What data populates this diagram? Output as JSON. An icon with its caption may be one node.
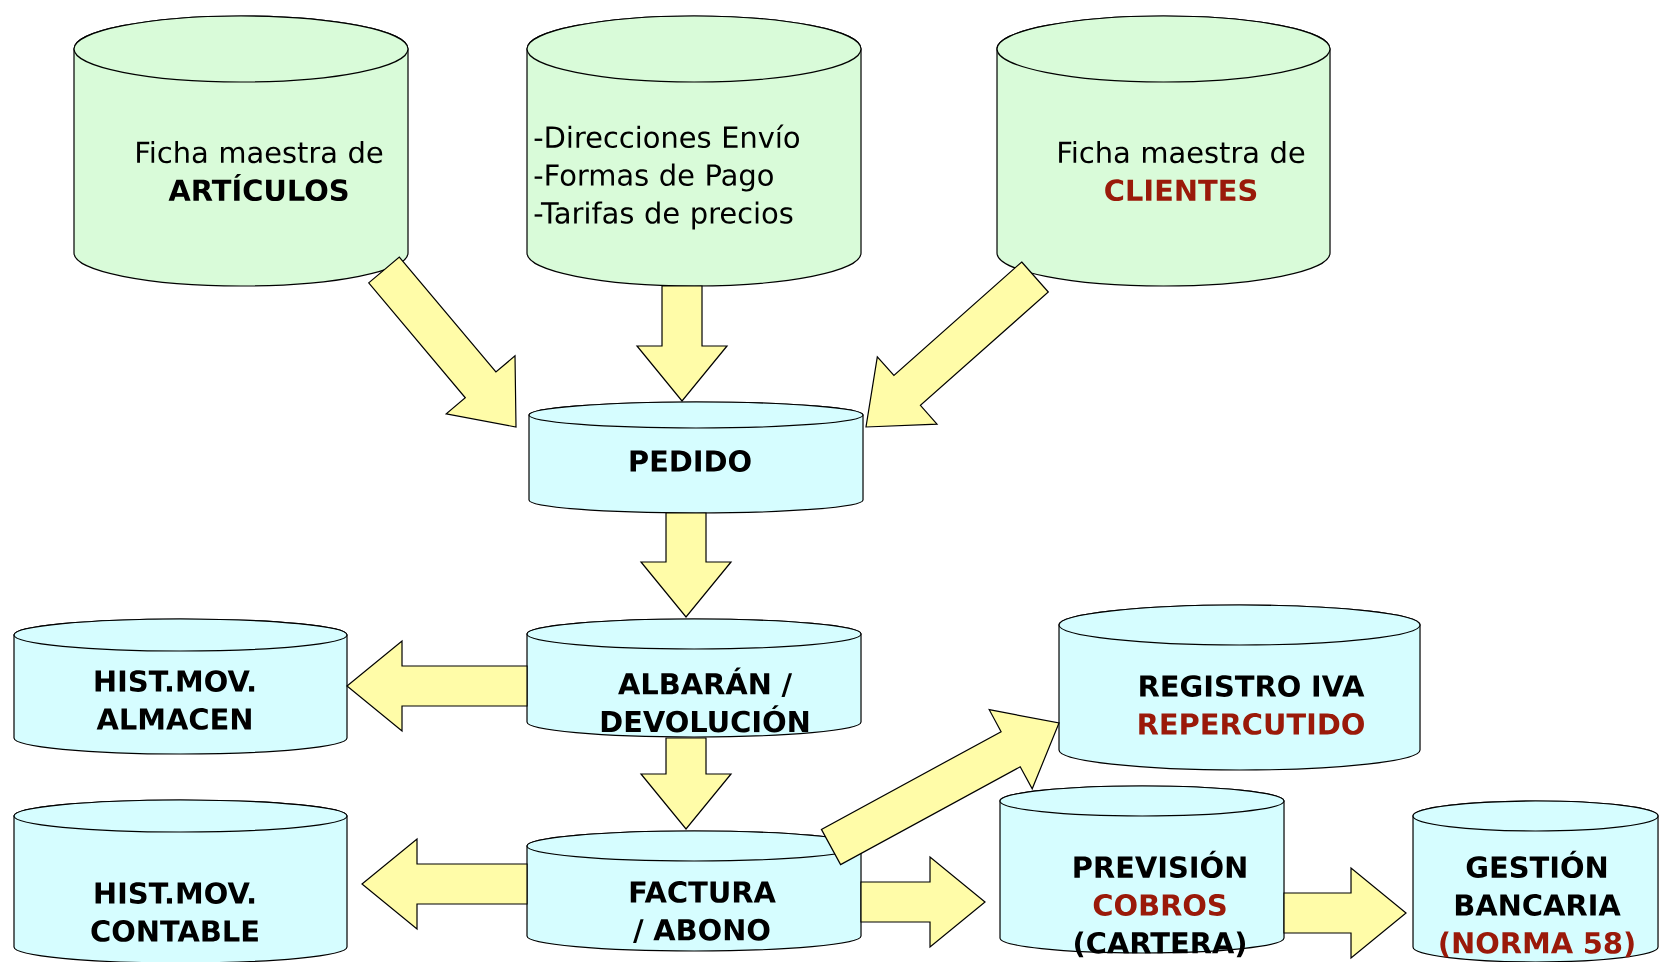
{
  "diagram": {
    "nodes": [
      {
        "text": [
          "Ficha maestra de",
          "ARTÍCULOS"
        ]
      },
      {
        "text": [
          "-Direcciones Envío",
          "-Formas de Pago",
          "-Tarifas de precios"
        ]
      },
      {
        "text": [
          "Ficha maestra de",
          "CLIENTES"
        ]
      },
      {
        "text": [
          "PEDIDO"
        ]
      },
      {
        "text": [
          "HIST.MOV. ALMACEN"
        ]
      },
      {
        "text": [
          "ALBARÁN / DEVOLUCIÓN"
        ]
      },
      {
        "text": [
          "REGISTRO IVA",
          "REPERCUTIDO"
        ]
      },
      {
        "text": [
          "HIST.MOV. CONTABLE"
        ]
      },
      {
        "text": [
          "FACTURA / ABONO"
        ]
      },
      {
        "text": [
          "PREVISIÓN",
          "COBROS",
          "(CARTERA)"
        ]
      },
      {
        "text": [
          "GESTIÓN BANCARIA",
          "(NORMA 58)"
        ]
      }
    ],
    "edges": [
      {
        "from": 0,
        "to": 3,
        "arrow": "to"
      },
      {
        "from": 1,
        "to": 3,
        "arrow": "to"
      },
      {
        "from": 2,
        "to": 3,
        "arrow": "to"
      },
      {
        "from": 3,
        "to": 5,
        "arrow": "to"
      },
      {
        "from": 5,
        "to": 4,
        "arrow": "to"
      },
      {
        "from": 5,
        "to": 8,
        "arrow": "to"
      },
      {
        "from": 8,
        "to": 7,
        "arrow": "to"
      },
      {
        "from": 8,
        "to": 6,
        "arrow": "to"
      },
      {
        "from": 8,
        "to": 9,
        "arrow": "to"
      },
      {
        "from": 9,
        "to": 10,
        "arrow": "to"
      }
    ]
  }
}
